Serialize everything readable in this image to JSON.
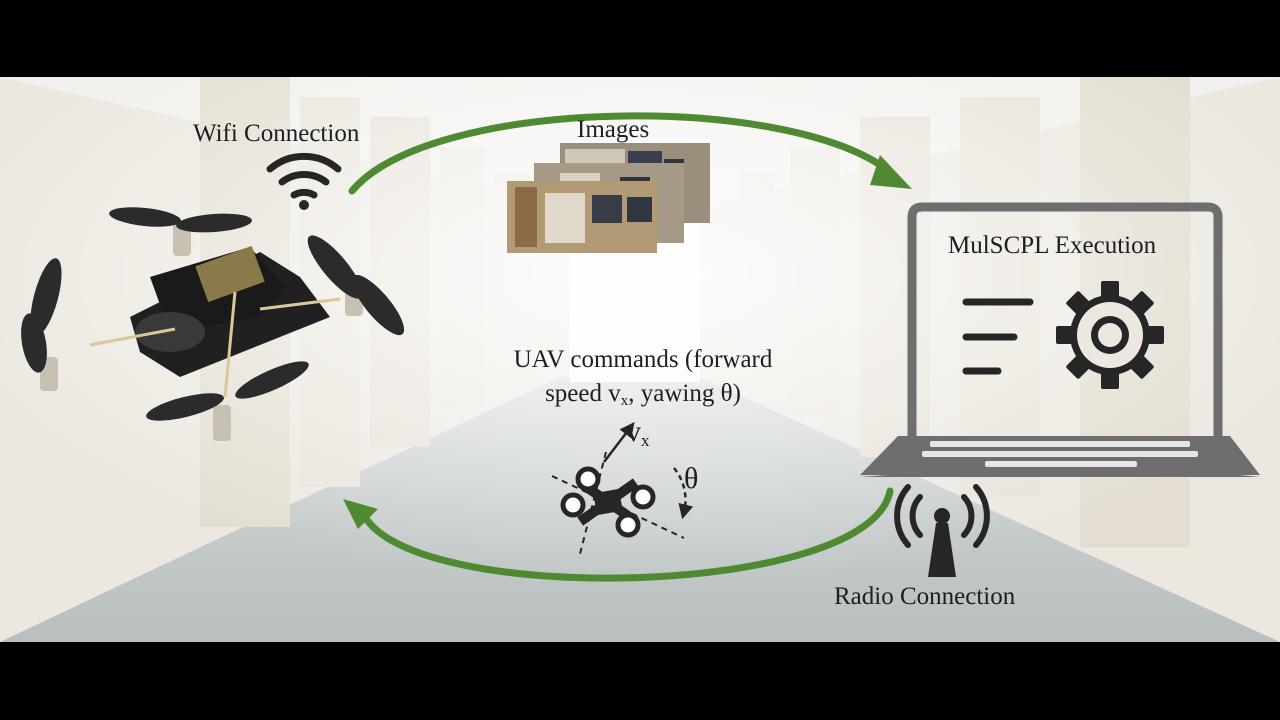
{
  "wifi_label": "Wifi Connection",
  "images_label": "Images",
  "execution_label": "MulSCPL Execution",
  "commands_line1": "UAV commands (forward",
  "commands_line2a": "speed v",
  "commands_sub": "x",
  "commands_line2b": ", yawing θ)",
  "vx_symbol": "v",
  "vx_sub": "x",
  "theta_symbol": "θ",
  "radio_label": "Radio Connection",
  "colors": {
    "arrow_green": "#4f8a32",
    "icon_dark": "#262626",
    "laptop_gray": "#6e6e6e",
    "background_wall": "#ece8e0",
    "background_floor": "#c9cdcd"
  },
  "icons": [
    "wifi-icon",
    "radio-antenna-icon",
    "laptop-icon",
    "gear-icon",
    "menu-lines-icon",
    "drone-icon",
    "quadcopter-photo"
  ]
}
